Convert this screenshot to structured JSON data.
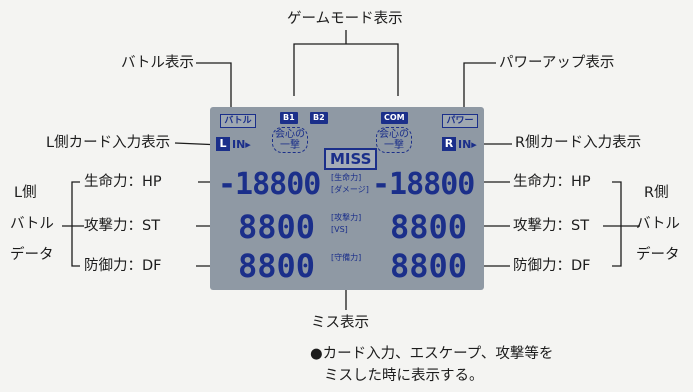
{
  "callouts": {
    "game_mode": "ゲームモード表示",
    "battle": "バトル表示",
    "powerup": "パワーアップ表示",
    "l_card_input": "L側カード入力表示",
    "r_card_input": "R側カード入力表示",
    "miss_display": "ミス表示",
    "miss_note_line1": "●カード入力、エスケープ、攻撃等を",
    "miss_note_line2": "ミスした時に表示する。"
  },
  "left_labels": {
    "hp": "生命力：HP",
    "st": "攻撃力：ST",
    "df": "防御力：DF",
    "group_line1": "L側",
    "group_line2": "バトル",
    "group_line3": "データ"
  },
  "right_labels": {
    "hp": "生命力：HP",
    "st": "攻撃力：ST",
    "df": "防御力：DF",
    "group_line1": "R側",
    "group_line2": "バトル",
    "group_line3": "データ"
  },
  "lcd": {
    "battle_box": "バトル",
    "powerup_box": "パワー",
    "b1": "B1",
    "b2": "B2",
    "com": "COM",
    "l_indicator": "L",
    "r_indicator": "R",
    "in_text": "IN▸",
    "kaishin_line1": "会心の",
    "kaishin_line2": "一撃",
    "miss": "MISS",
    "hp_left": "-18800",
    "hp_right": "-18800",
    "st_left": "8800",
    "st_right": "8800",
    "df_left": "8800",
    "df_right": "8800",
    "mid_hp_1": "[生命力]",
    "mid_hp_2": "[ダメージ]",
    "mid_st_1": "[攻撃力]",
    "mid_st_2": "[VS]",
    "mid_df": "[守備力]"
  },
  "colors": {
    "lcd_bg": "#8f99a4",
    "segment": "#1b2f8a",
    "ink": "#1c1c1c"
  }
}
